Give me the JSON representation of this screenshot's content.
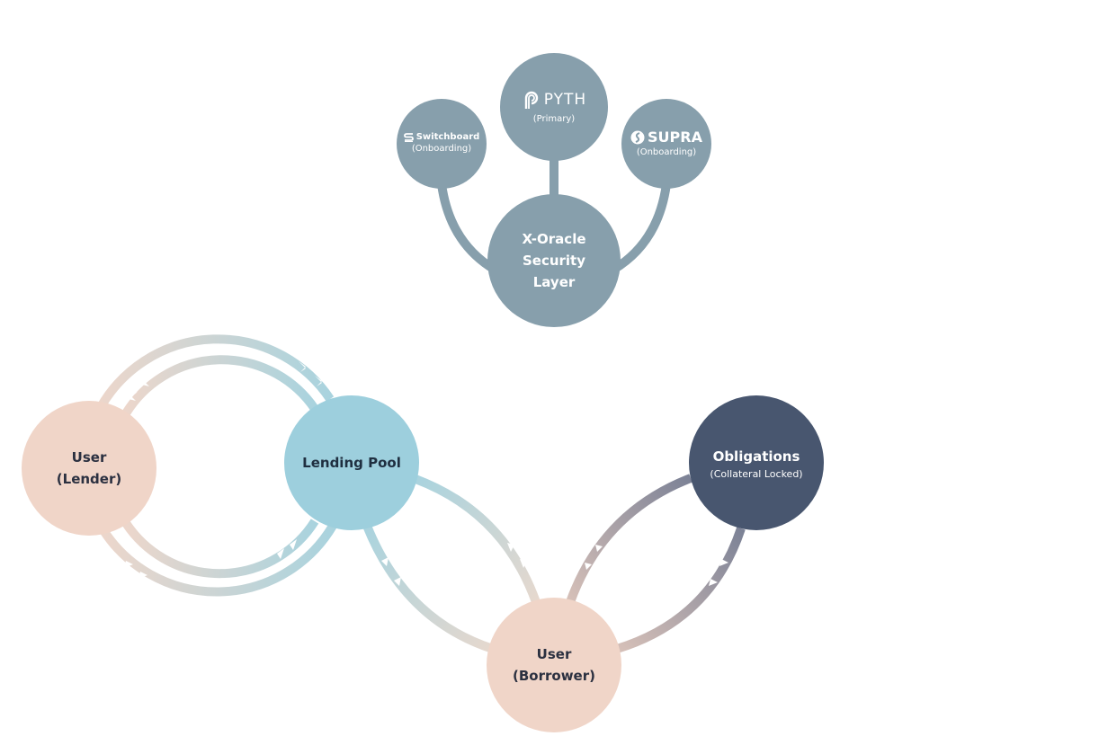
{
  "colors": {
    "oracle": "#879fac",
    "user": "#f0d5c8",
    "lending_pool": "#9dcfdd",
    "obligations": "#48566f",
    "arrow_pool": "#a9d3de",
    "arrow_user": "#ecd6cb",
    "arrow_oblig": "#7c8296"
  },
  "oracles": {
    "pyth": {
      "name": "PYTH",
      "status": "(Primary)",
      "icon": "pyth-logo-icon"
    },
    "switchboard": {
      "name": "Switchboard",
      "status": "(Onboarding)",
      "icon": "switchboard-logo-icon"
    },
    "supra": {
      "name": "SUPRA",
      "status": "(Onboarding)",
      "icon": "supra-logo-icon"
    }
  },
  "security_layer": {
    "line1": "X-Oracle",
    "line2": "Security",
    "line3": "Layer"
  },
  "nodes": {
    "lender": {
      "line1": "User",
      "line2": "(Lender)"
    },
    "lending_pool": {
      "label": "Lending Pool"
    },
    "borrower": {
      "line1": "User",
      "line2": "(Borrower)"
    },
    "obligations": {
      "title": "Obligations",
      "subtitle": "(Collateral Locked)"
    }
  }
}
